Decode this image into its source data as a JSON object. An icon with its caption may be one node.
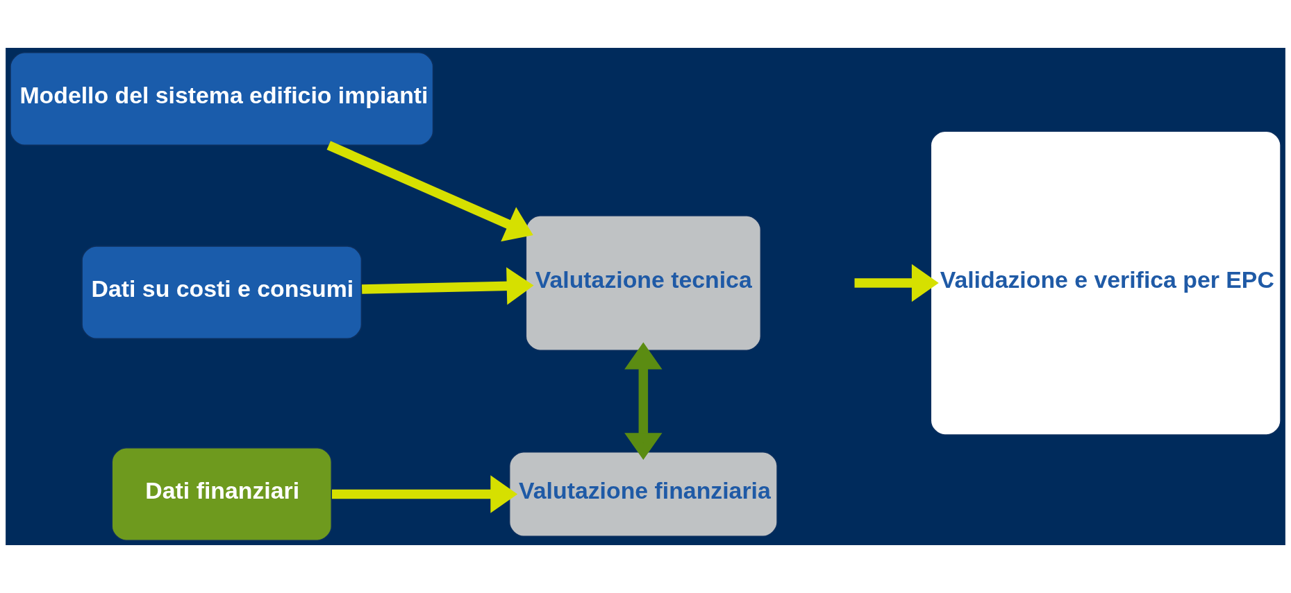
{
  "diagram": {
    "nodes": [
      {
        "text": [
          "Modello del sistema edificio impianti"
        ]
      },
      {
        "text": [
          "Dati su costi e consumi"
        ]
      },
      {
        "text": [
          "Valutazione tecnica"
        ]
      },
      {
        "text": [
          "Dati finanziari"
        ]
      },
      {
        "text": [
          "Valutazione finanziaria"
        ]
      },
      {
        "text": [
          "Validazione e verifica per EPC"
        ]
      }
    ],
    "edges": [
      {
        "from": 0,
        "to": 2,
        "arrow": "to"
      },
      {
        "from": 1,
        "to": 2,
        "arrow": "to"
      },
      {
        "from": 2,
        "to": 4,
        "arrow": "both",
        "color": "#5b8c12"
      },
      {
        "from": 3,
        "to": 4,
        "arrow": "to"
      },
      {
        "from": null,
        "to": 5,
        "arrow": "to"
      }
    ]
  }
}
